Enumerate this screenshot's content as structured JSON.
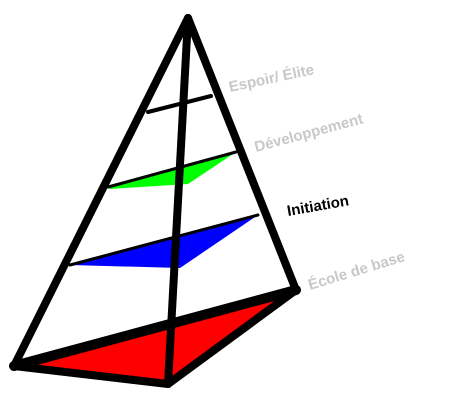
{
  "levels": [
    {
      "label": "Espoir/ Élite",
      "color": "#c8c8c8",
      "band_fill": "#000000",
      "highlighted": false
    },
    {
      "label": "Développement",
      "color": "#c8c8c8",
      "band_fill": "#00ff00",
      "highlighted": false
    },
    {
      "label": "Initiation",
      "color": "#000000",
      "band_fill": "#0000ff",
      "highlighted": true
    },
    {
      "label": "École de base",
      "color": "#c8c8c8",
      "band_fill": "#ff0000",
      "highlighted": false
    }
  ],
  "colors": {
    "outline": "#000000",
    "background": "#ffffff",
    "muted_label": "#c8c8c8",
    "active_label": "#000000"
  }
}
